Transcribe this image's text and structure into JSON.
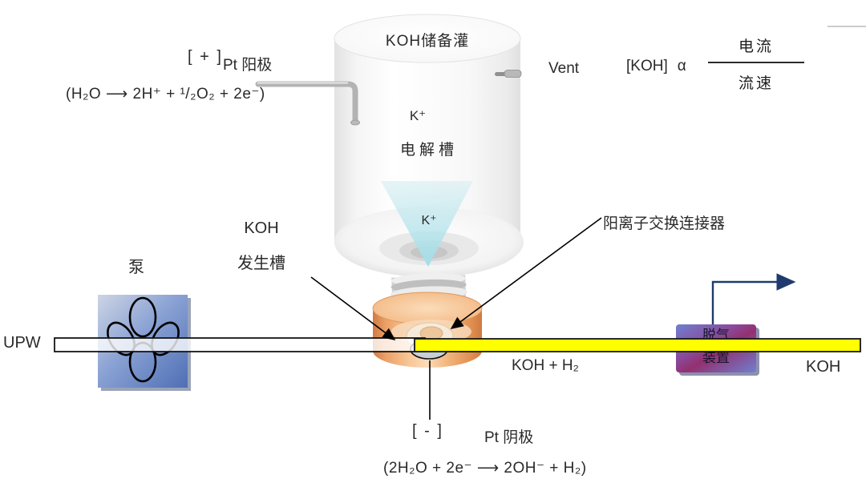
{
  "tank": {
    "title": "KOH储备灌",
    "ion": "K⁺",
    "cell": "电解槽",
    "funnel_ion": "K⁺",
    "vent": "Vent"
  },
  "anode": {
    "polarity": "[ + ]",
    "electrode": "Pt 阳极",
    "equation": "(H₂O ⟶ 2H⁺ + ¹/₂O₂ + 2e⁻)"
  },
  "cathode": {
    "polarity": "[ - ]",
    "electrode": "Pt 阴极",
    "equation": "(2H₂O + 2e⁻ ⟶ 2OH⁻ + H₂)"
  },
  "relation": {
    "lhs": "[KOH]",
    "prop": "α",
    "numerator": "电流",
    "denominator": "流速"
  },
  "pump": {
    "label": "泵"
  },
  "generator": {
    "line1": "KOH",
    "line2": "发生槽"
  },
  "connector": {
    "label": "阳离子交换连接器"
  },
  "flow": {
    "inlet": "UPW",
    "mid": "KOH + H₂",
    "outlet": "KOH"
  },
  "degasser": {
    "line1": "脱气",
    "line2": "装置"
  },
  "colors": {
    "tube_yellow": "#ffff00",
    "pump_blue": "#5f7fc2",
    "degasser_blue": "#6f7fd0",
    "degasser_purple": "#93306f",
    "cell_orange": "#eda068",
    "funnel_cyan": "#9fdde8",
    "vent_arrow_navy": "#1f3b6e"
  }
}
